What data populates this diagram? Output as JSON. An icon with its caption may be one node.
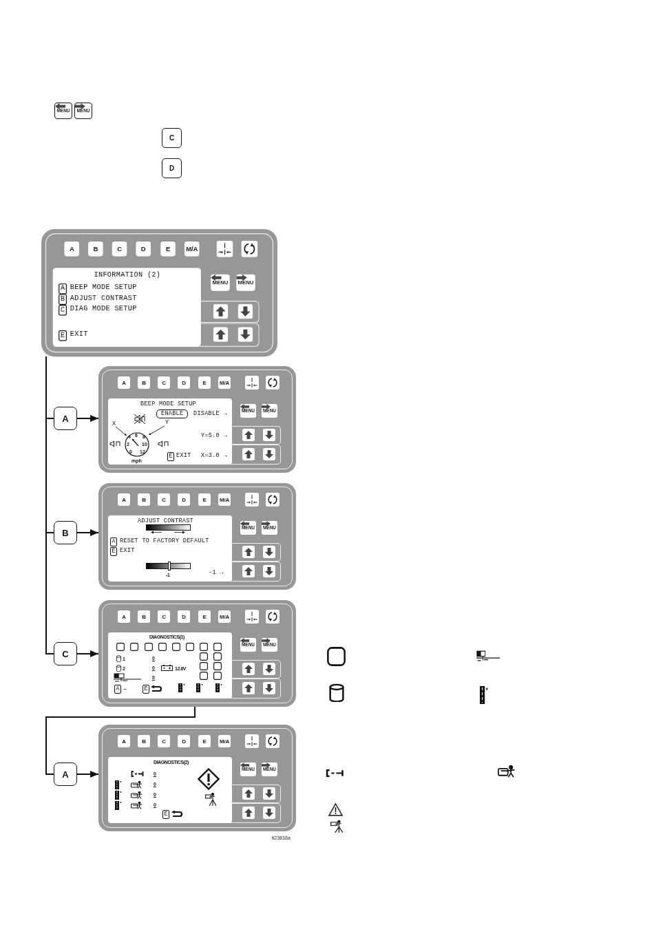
{
  "diagram": {
    "nodes": [
      {
        "text": [
          "MENU"
        ]
      },
      {
        "text": [
          "MENU"
        ]
      },
      {
        "text": [
          "C"
        ]
      },
      {
        "text": [
          "D"
        ]
      },
      {
        "text": [],
        "shape": "box"
      },
      {
        "text": [
          "A"
        ],
        "in": 4
      },
      {
        "text": [
          "B"
        ],
        "in": 4
      },
      {
        "text": [
          "C"
        ],
        "in": 4
      },
      {
        "text": [
          "D"
        ],
        "in": 4
      },
      {
        "text": [
          "E"
        ],
        "in": 4
      },
      {
        "text": [
          "M/A"
        ],
        "in": 4
      },
      {
        "text": [
          "INFORMATION (2)",
          "A",
          "BEEP MODE SETUP",
          "B",
          "ADJUST CONTRAST",
          "C",
          "DIAG MODE SETUP",
          "E",
          "EXIT"
        ],
        "in": 4
      },
      {
        "text": [
          "MENU"
        ],
        "in": 4
      },
      {
        "text": [
          "MENU"
        ],
        "in": 4
      },
      {
        "text": [
          "A"
        ]
      },
      {
        "text": [],
        "shape": "box"
      },
      {
        "text": [
          "A"
        ],
        "in": 15
      },
      {
        "text": [
          "B"
        ],
        "in": 15
      },
      {
        "text": [
          "C"
        ],
        "in": 15
      },
      {
        "text": [
          "D"
        ],
        "in": 15
      },
      {
        "text": [
          "E"
        ],
        "in": 15
      },
      {
        "text": [
          "M/A"
        ],
        "in": 15
      },
      {
        "text": [
          "BEEP MODE SETUP",
          "ENABLE",
          "DISABLE →",
          "X",
          "Y",
          "4",
          "6",
          "8",
          "2",
          "10",
          "0",
          "12",
          "mph",
          "Y=5.0 →",
          "E",
          "EXIT",
          "X=3.0 →"
        ],
        "in": 15
      },
      {
        "text": [
          "MENU"
        ],
        "in": 15
      },
      {
        "text": [
          "MENU"
        ],
        "in": 15
      },
      {
        "text": [
          "B"
        ]
      },
      {
        "text": [],
        "shape": "box"
      },
      {
        "text": [
          "A"
        ],
        "in": 26
      },
      {
        "text": [
          "B"
        ],
        "in": 26
      },
      {
        "text": [
          "C"
        ],
        "in": 26
      },
      {
        "text": [
          "D"
        ],
        "in": 26
      },
      {
        "text": [
          "E"
        ],
        "in": 26
      },
      {
        "text": [
          "M/A"
        ],
        "in": 26
      },
      {
        "text": [
          "ADJUST CONTRAST",
          "A",
          "RESET TO FACTORY DEFAULT",
          "E",
          "EXIT",
          "-1",
          "-1 →"
        ],
        "in": 26
      },
      {
        "text": [
          "MENU"
        ],
        "in": 26
      },
      {
        "text": [
          "MENU"
        ],
        "in": 26
      },
      {
        "text": [
          "C"
        ]
      },
      {
        "text": [],
        "shape": "box"
      },
      {
        "text": [
          "A"
        ],
        "in": 37
      },
      {
        "text": [
          "B"
        ],
        "in": 37
      },
      {
        "text": [
          "C"
        ],
        "in": 37
      },
      {
        "text": [
          "D"
        ],
        "in": 37
      },
      {
        "text": [
          "E"
        ],
        "in": 37
      },
      {
        "text": [
          "M/A"
        ],
        "in": 37
      },
      {
        "text": [
          "DIAGNOSTICS(1)",
          "1",
          "2",
          "0",
          "0",
          "0",
          "12.6V",
          "A",
          "...",
          "E"
        ],
        "in": 37
      },
      {
        "text": [
          "MENU"
        ],
        "in": 37
      },
      {
        "text": [
          "MENU"
        ],
        "in": 37
      },
      {
        "text": [
          "A"
        ]
      },
      {
        "text": [],
        "shape": "box"
      },
      {
        "text": [
          "A"
        ],
        "in": 48
      },
      {
        "text": [
          "B"
        ],
        "in": 48
      },
      {
        "text": [
          "C"
        ],
        "in": 48
      },
      {
        "text": [
          "D"
        ],
        "in": 48
      },
      {
        "text": [
          "E"
        ],
        "in": 48
      },
      {
        "text": [
          "M/A"
        ],
        "in": 48
      },
      {
        "text": [
          "DIAGNOSTICS(2)",
          "0",
          "0",
          "0",
          "0",
          "E"
        ],
        "in": 48
      },
      {
        "text": [
          "MENU"
        ],
        "in": 48
      },
      {
        "text": [
          "MENU"
        ],
        "in": 48
      }
    ],
    "edges": [
      {
        "from": 4,
        "to": 14,
        "arrow": "none"
      },
      {
        "from": 14,
        "to": 15,
        "arrow": "to"
      },
      {
        "from": 4,
        "to": 25,
        "arrow": "none"
      },
      {
        "from": 25,
        "to": 26,
        "arrow": "to"
      },
      {
        "from": 4,
        "to": 36,
        "arrow": "none"
      },
      {
        "from": 36,
        "to": 37,
        "arrow": "to"
      },
      {
        "from": 37,
        "to": 47,
        "arrow": "none"
      },
      {
        "from": 47,
        "to": 48,
        "arrow": "to"
      }
    ],
    "labels": [
      "ti23818a"
    ]
  }
}
